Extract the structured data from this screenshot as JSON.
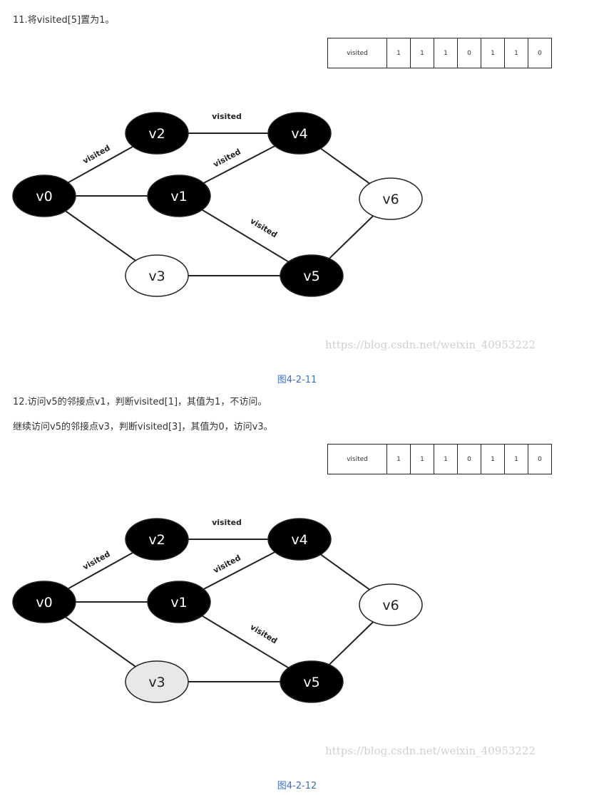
{
  "section1": {
    "text": "11.将visited[5]置为1。",
    "visited_header": "visited",
    "visited": [
      "1",
      "1",
      "1",
      "0",
      "1",
      "1",
      "0"
    ],
    "caption": "图4-2-11",
    "watermark": "https://blog.csdn.net/weixin_40953222",
    "nodes": [
      {
        "id": "v0",
        "label": "v0",
        "fill": "black"
      },
      {
        "id": "v1",
        "label": "v1",
        "fill": "black"
      },
      {
        "id": "v2",
        "label": "v2",
        "fill": "black"
      },
      {
        "id": "v3",
        "label": "v3",
        "fill": "white"
      },
      {
        "id": "v4",
        "label": "v4",
        "fill": "black"
      },
      {
        "id": "v5",
        "label": "v5",
        "fill": "black"
      },
      {
        "id": "v6",
        "label": "v6",
        "fill": "white"
      }
    ],
    "edge_labels": {
      "v0_v2": "visited",
      "v2_v4": "visited",
      "v1_v4": "visited",
      "v1_v5": "visited"
    }
  },
  "section2": {
    "text1": "12.访问v5的邻接点v1，判断visited[1]，其值为1，不访问。",
    "text2": "继续访问v5的邻接点v3，判断visited[3]，其值为0，访问v3。",
    "visited_header": "visited",
    "visited": [
      "1",
      "1",
      "1",
      "0",
      "1",
      "1",
      "0"
    ],
    "caption": "图4-2-12",
    "watermark": "https://blog.csdn.net/weixin_40953222",
    "nodes": [
      {
        "id": "v0",
        "label": "v0",
        "fill": "black"
      },
      {
        "id": "v1",
        "label": "v1",
        "fill": "black"
      },
      {
        "id": "v2",
        "label": "v2",
        "fill": "black"
      },
      {
        "id": "v3",
        "label": "v3",
        "fill": "gray"
      },
      {
        "id": "v4",
        "label": "v4",
        "fill": "black"
      },
      {
        "id": "v5",
        "label": "v5",
        "fill": "black"
      },
      {
        "id": "v6",
        "label": "v6",
        "fill": "white"
      }
    ],
    "edge_labels": {
      "v0_v2": "visited",
      "v2_v4": "visited",
      "v1_v4": "visited",
      "v1_v5": "visited"
    }
  }
}
